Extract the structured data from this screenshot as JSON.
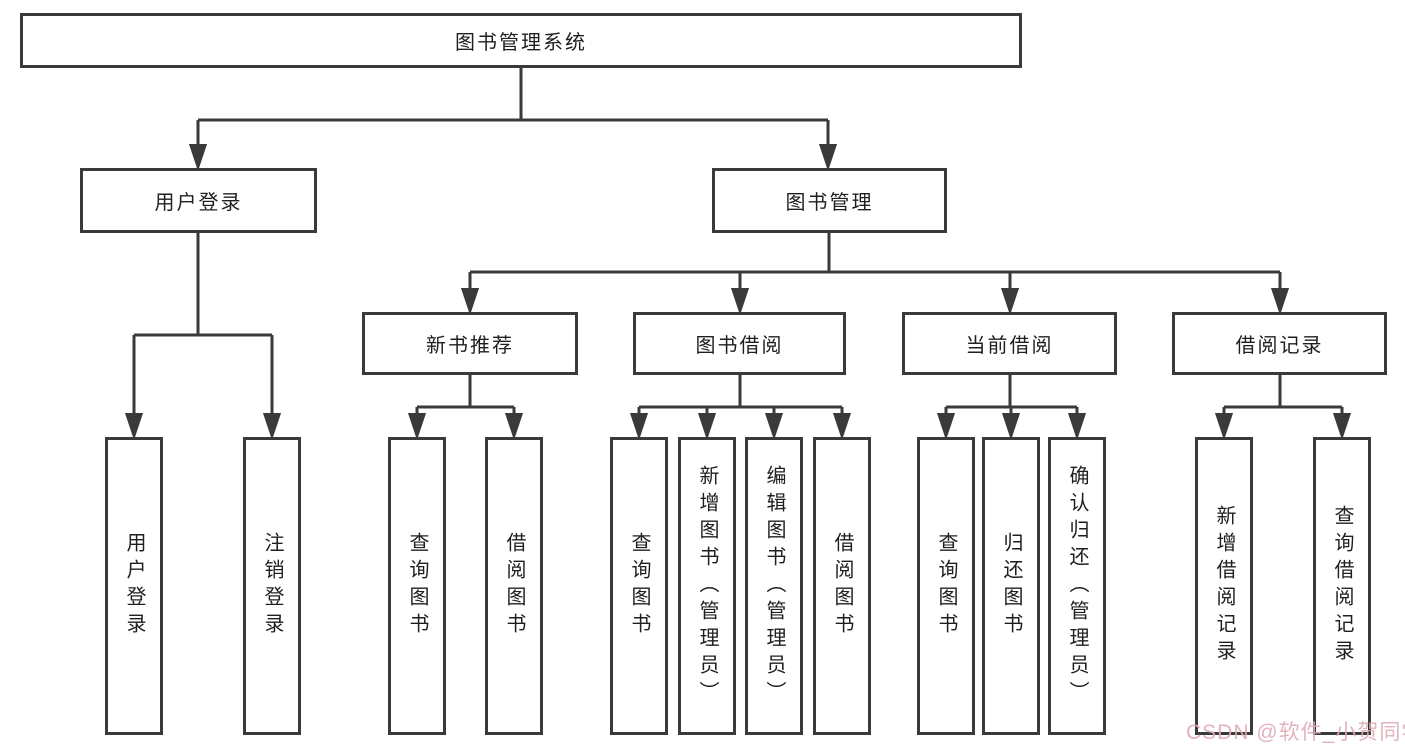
{
  "diagram_type": "hierarchy-tree",
  "colors": {
    "line": "#3a3a3a",
    "box_border": "#3a3a3a",
    "box_background": "#ffffff",
    "text": "#1f1f1f",
    "page_background": "#ffffff",
    "watermark": "#e0adb6"
  },
  "watermark": "CSDN @软件_小贺同学",
  "tree": {
    "root": "图书管理系统",
    "branches": [
      {
        "label": "用户登录",
        "leaves": [
          "用户登录",
          "注销登录"
        ]
      },
      {
        "label": "图书管理",
        "groups": [
          {
            "label": "新书推荐",
            "leaves": [
              "查询图书",
              "借阅图书"
            ]
          },
          {
            "label": "图书借阅",
            "leaves": [
              "查询图书",
              "新增图书（管理员）",
              "编辑图书（管理员）",
              "借阅图书"
            ]
          },
          {
            "label": "当前借阅",
            "leaves": [
              "查询图书",
              "归还图书",
              "确认归还（管理员）"
            ]
          },
          {
            "label": "借阅记录",
            "leaves": [
              "新增借阅记录",
              "查询借阅记录"
            ]
          }
        ]
      }
    ]
  }
}
